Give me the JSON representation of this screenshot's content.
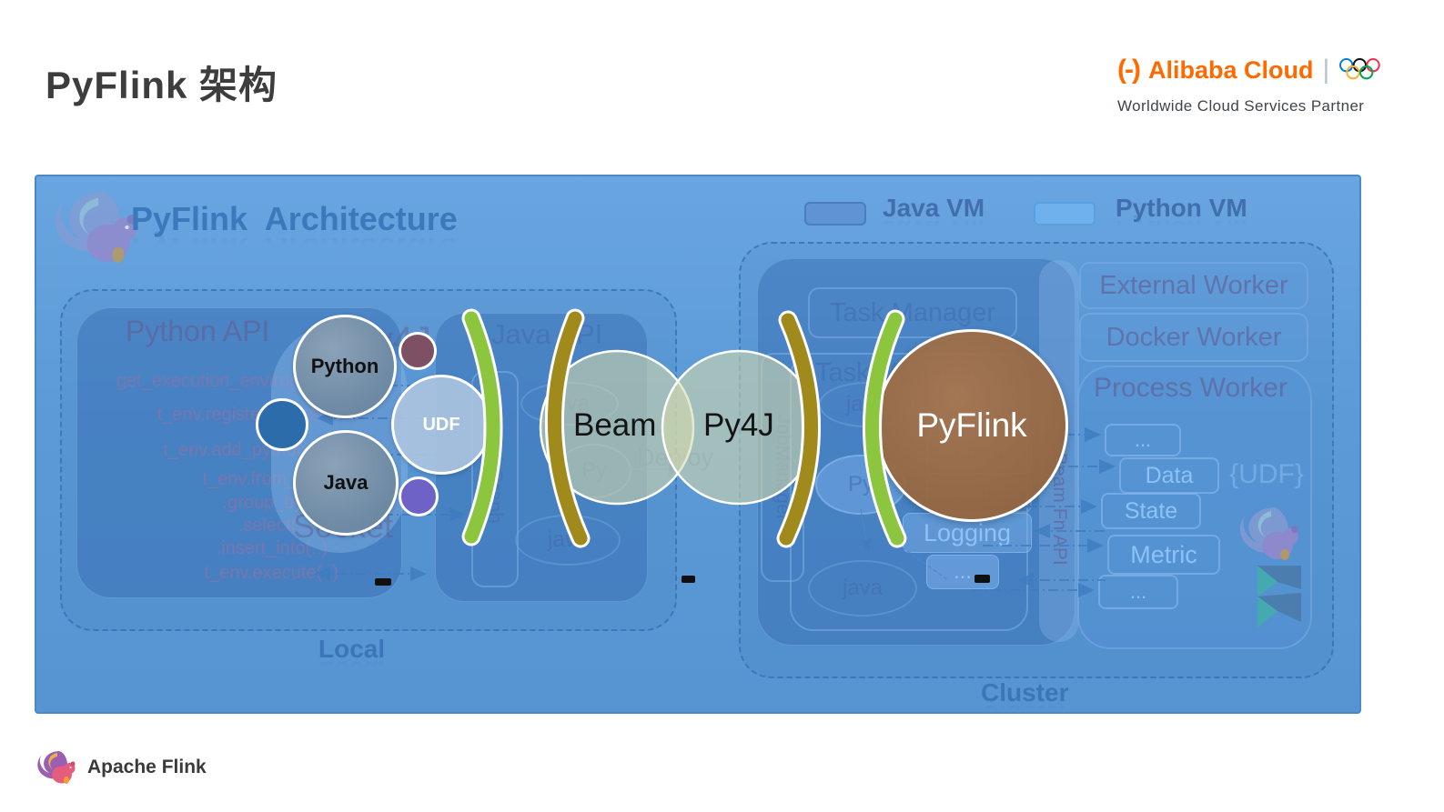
{
  "header": {
    "title": "PyFlink 架构"
  },
  "branding": {
    "logo_mark": "(-)",
    "company": "Alibaba Cloud",
    "separator": "|",
    "tagline": "Worldwide Cloud Services Partner"
  },
  "footer": {
    "label": "Apache Flink"
  },
  "palette": {
    "panel_blue": "#5B9BD5",
    "arc_green": "#8CC63F",
    "arc_olive": "#A08A1C",
    "pyflink_brown": "#9A6B47",
    "alibaba_orange": "#FF6A00",
    "java_vm_swatch": "#5E94D3",
    "python_vm_swatch": "#6FB1EC"
  },
  "diagram": {
    "title": "PyFlink  Architecture",
    "legend": {
      "java_vm": "Java VM",
      "python_vm": "Python VM"
    },
    "local": {
      "label": "Local",
      "python_api": {
        "title": "Python API",
        "methods": [
          "get_execution_environment(..)",
          "t_env.register_function(..)",
          "t_env.add_python_file(..)",
          "t_env.from_path(..)",
          ".group_by(..)",
          ".select(..)",
          ".insert_into(..)",
          "t_env.execute(..)"
        ]
      },
      "py4j_label": "Py4J",
      "socket_label": "Socket",
      "python_circle": "Python",
      "java_circle": "Java",
      "udf_circle": "UDF",
      "java_api": {
        "title": "Java API",
        "jobgraph": "JobGraph",
        "ellipse_java_top": "java",
        "ellipse_py": "Py",
        "ellipse_java_bottom": "java"
      }
    },
    "venn": {
      "beam": "Beam",
      "py4j": "Py4J",
      "deploy": "Deploy"
    },
    "pyflink": "PyFlink",
    "cluster": {
      "label": "Cluster",
      "task_manager_top": "Task Manager",
      "task_manager_inner": "Task Manager",
      "job_manager": "JobManager",
      "ellipse_java_top": "java",
      "ellipse_py": "Py",
      "ellipse_java_bottom": "java",
      "data": "Data",
      "state": "State",
      "logging": "Logging",
      "dots": "...",
      "beam_fn_api": "Beam Fn API",
      "external_worker": "External Worker",
      "docker_worker": "Docker Worker",
      "process_worker": {
        "title": "Process Worker",
        "items": [
          "...",
          "Data",
          "State",
          "Metric",
          "..."
        ],
        "udf": "{UDF}"
      }
    }
  }
}
